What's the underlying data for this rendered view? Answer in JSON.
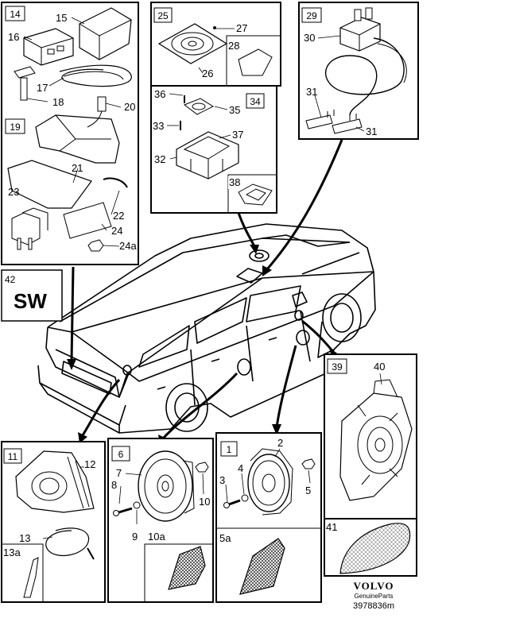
{
  "panels": {
    "p14": {
      "tag": "14",
      "labels": [
        "15",
        "16",
        "17",
        "18",
        "19",
        "20",
        "21",
        "22",
        "23",
        "24",
        "24a"
      ]
    },
    "p25": {
      "tag": "25",
      "labels": [
        "27",
        "28",
        "26"
      ]
    },
    "p29": {
      "tag": "29",
      "labels": [
        "30",
        "31",
        "31"
      ]
    },
    "p34": {
      "tag": "34",
      "labels": [
        "36",
        "35",
        "33",
        "37",
        "32",
        "38"
      ]
    },
    "p42": {
      "tag": "42",
      "badge": "SW"
    },
    "p39": {
      "tag": "39",
      "labels": [
        "40",
        "41"
      ]
    },
    "p11": {
      "tag": "11",
      "labels": [
        "12",
        "13",
        "13a"
      ]
    },
    "p6": {
      "tag": "6",
      "labels": [
        "7",
        "8",
        "9",
        "10",
        "10a"
      ]
    },
    "p1": {
      "tag": "1",
      "labels": [
        "2",
        "3",
        "4",
        "5",
        "5a"
      ]
    }
  },
  "footer": {
    "brand": "VOLVO",
    "sub": "GenuineParts",
    "code": "3978836m"
  }
}
